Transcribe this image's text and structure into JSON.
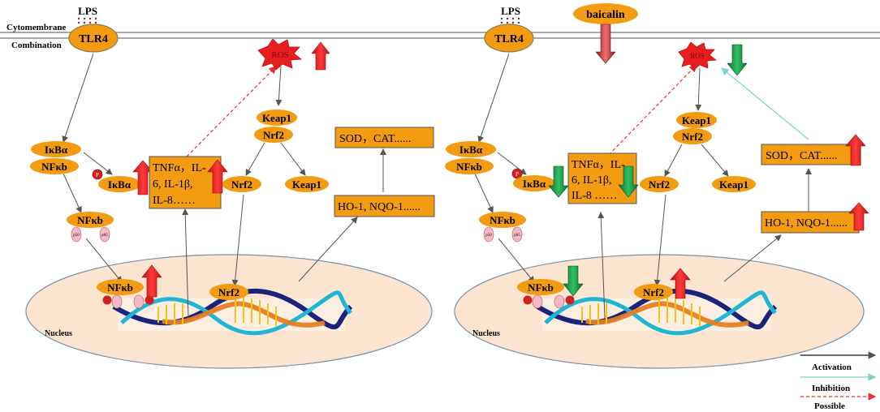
{
  "membrane": {
    "cytomembrane_label": "Cytomembrane",
    "combination_label": "Combination"
  },
  "left_panel": {
    "lps": "LPS",
    "tlr4": "TLR4",
    "ros": "ROS",
    "keap1_top": "Keap1",
    "nrf2_top": "Nrf2",
    "ikba": "IκBα",
    "nfkb_complex": "NFκb",
    "p_ikba": "IκBα",
    "cytokine_lines": [
      "TNFα，IL-",
      "6, IL-1β,",
      "IL-8……"
    ],
    "nrf2_mid": "Nrf2",
    "keap1_mid": "Keap1",
    "sod_cat": "SOD，CAT......",
    "ho1_nqo1": "HO-1, NQO-1......",
    "nfkb_mid": "NFκb",
    "nfkb_nucleus": "NFκb",
    "nrf2_nucleus": "Nrf2",
    "nucleus": "Nucleus"
  },
  "right_panel": {
    "lps": "LPS",
    "tlr4": "TLR4",
    "baicalin": "baicalin",
    "ros": "ROS",
    "keap1_top": "Keap1",
    "nrf2_top": "Nrf2",
    "ikba": "IκBα",
    "nfkb_complex": "NFκb",
    "p_ikba": "IκBα",
    "cytokine_lines": [
      "TNFα，IL-",
      "6, IL-1β,",
      "IL-8 ……"
    ],
    "nrf2_mid": "Nrf2",
    "keap1_mid": "Keap1",
    "sod_cat": "SOD，CAT......",
    "ho1_nqo1": "HO-1, NQO-1......",
    "nfkb_mid": "NFκb",
    "nfkb_nucleus": "NFκb",
    "nrf2_nucleus": "Nrf2",
    "nucleus": "Nucleus"
  },
  "tags": {
    "p": "P",
    "p65": "p65",
    "p50": "p50"
  },
  "legend": {
    "activation": "Activation",
    "inhibition": "Inhibition",
    "possible": "Possible"
  },
  "colors": {
    "orange": "#F39C12",
    "red_up": "#E41E1E",
    "green_down": "#1A9A45",
    "nucleus_fill": "#FBE5D0",
    "inhibition": "#7FD1C8",
    "possible": "#E03030"
  }
}
